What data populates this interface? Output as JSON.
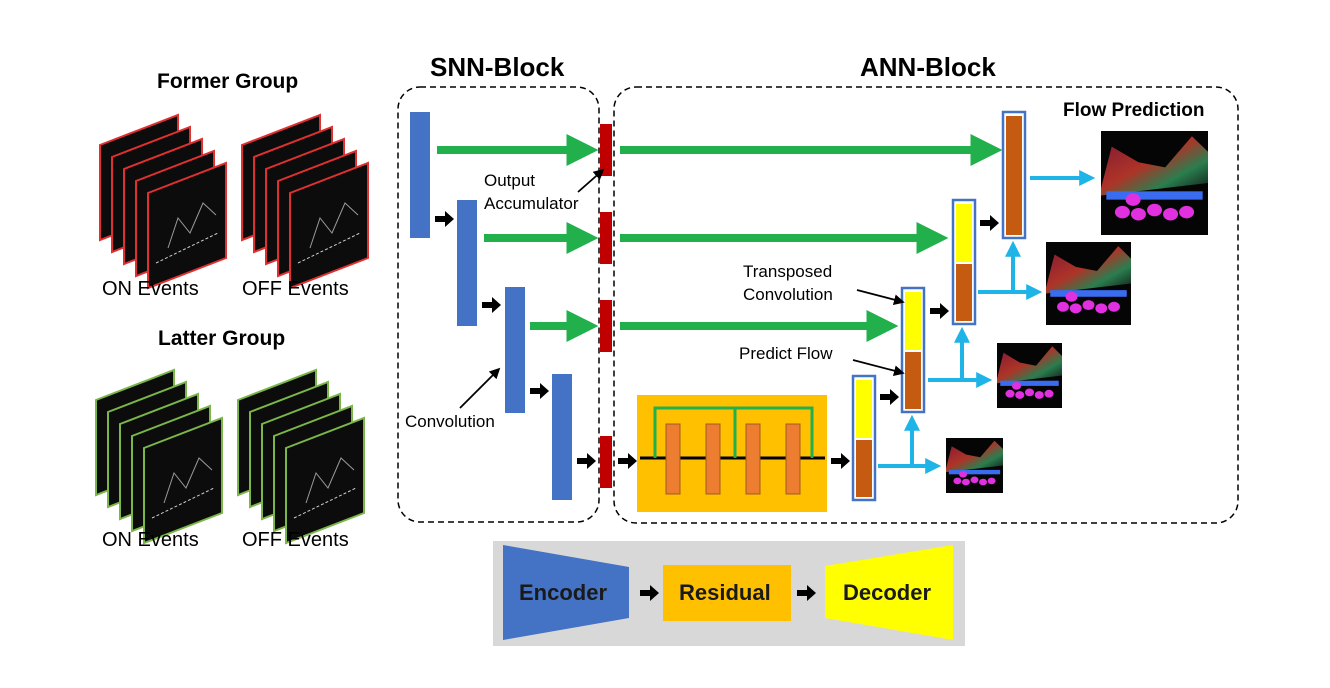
{
  "input": {
    "former_group": "Former Group",
    "latter_group": "Latter Group",
    "on_events_1": "ON Events",
    "off_events_1": "OFF Events",
    "on_events_2": "ON Events",
    "off_events_2": "OFF Events",
    "former_frame_border": "#e03030",
    "latter_frame_border": "#7ab648"
  },
  "blocks": {
    "snn_title": "SNN-Block",
    "ann_title": "ANN-Block",
    "flow_prediction": "Flow Prediction"
  },
  "annotations": {
    "output_accumulator_1": "Output",
    "output_accumulator_2": "Accumulator",
    "convolution": "Convolution",
    "transposed_1": "Transposed",
    "transposed_2": "Convolution",
    "predict_flow": "Predict Flow"
  },
  "legend": {
    "encoder": "Encoder",
    "residual": "Residual",
    "decoder": "Decoder"
  },
  "colors": {
    "encoder_blue": "#4472c4",
    "accumulator_red": "#c00000",
    "skip_green": "#21b04b",
    "flow_cyan": "#1fb4e8",
    "residual_orange": "#ffc000",
    "residual_block": "#ed7d31",
    "decoder_yellow": "#ffff00",
    "predict_brown": "#c55a11",
    "legend_bg": "#d8d8d8"
  }
}
